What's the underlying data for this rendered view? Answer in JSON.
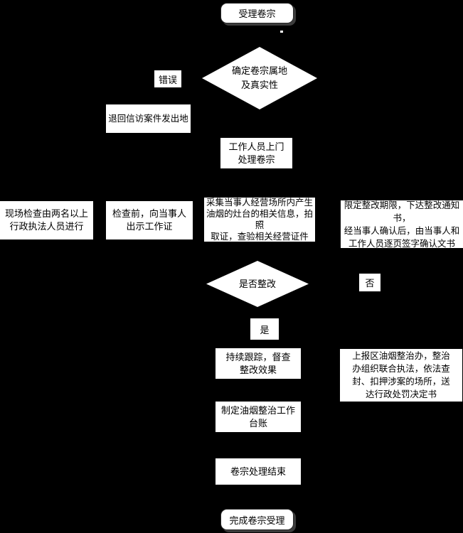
{
  "flowchart": {
    "title": "卷宗受理处理流程图",
    "colors": {
      "background": "#000000",
      "node_fill": "#ffffff",
      "node_text": "#000000",
      "terminator_shadow": "#3c3c3c"
    },
    "nodes": {
      "start": {
        "type": "terminator",
        "label": "受理卷宗"
      },
      "decision_jurisdiction": {
        "type": "decision",
        "label": "确定卷宗属地\n及真实性"
      },
      "branch_error": {
        "type": "branch-label",
        "label": "错误"
      },
      "return_case": {
        "type": "process",
        "label": "退回信访案件发出地"
      },
      "staff_visit": {
        "type": "process",
        "label": "工作人员上门\n处理卷宗"
      },
      "onsite_inspection": {
        "type": "process",
        "label": "现场检查由两名以上\n行政执法人员进行"
      },
      "show_credentials": {
        "type": "process",
        "label": "检查前，向当事人\n出示工作证"
      },
      "collect_evidence": {
        "type": "process",
        "label": "采集当事人经营场所内产生\n油烟的灶台的相关信息，拍照\n取证，查验相关经营证件"
      },
      "rectification_notice": {
        "type": "process",
        "label": "限定整改期限，下达整改通知书，\n经当事人确认后，由当事人和\n工作人员逐页签字确认文书"
      },
      "decision_rectified": {
        "type": "decision",
        "label": "是否整改"
      },
      "branch_no": {
        "type": "branch-label",
        "label": "否"
      },
      "branch_yes": {
        "type": "branch-label",
        "label": "是"
      },
      "follow_up": {
        "type": "process",
        "label": "持续跟踪，督查\n整改效果"
      },
      "joint_enforcement": {
        "type": "process",
        "label": "上报区油烟整治办，整治\n办组织联合执法，依法查\n封、扣押涉案的场所，送\n达行政处罚决定书"
      },
      "work_ledger": {
        "type": "process",
        "label": "制定油烟整治工作\n台账"
      },
      "case_closed": {
        "type": "process",
        "label": "卷宗处理结束"
      },
      "finish": {
        "type": "terminator",
        "label": "完成卷宗受理"
      }
    }
  }
}
